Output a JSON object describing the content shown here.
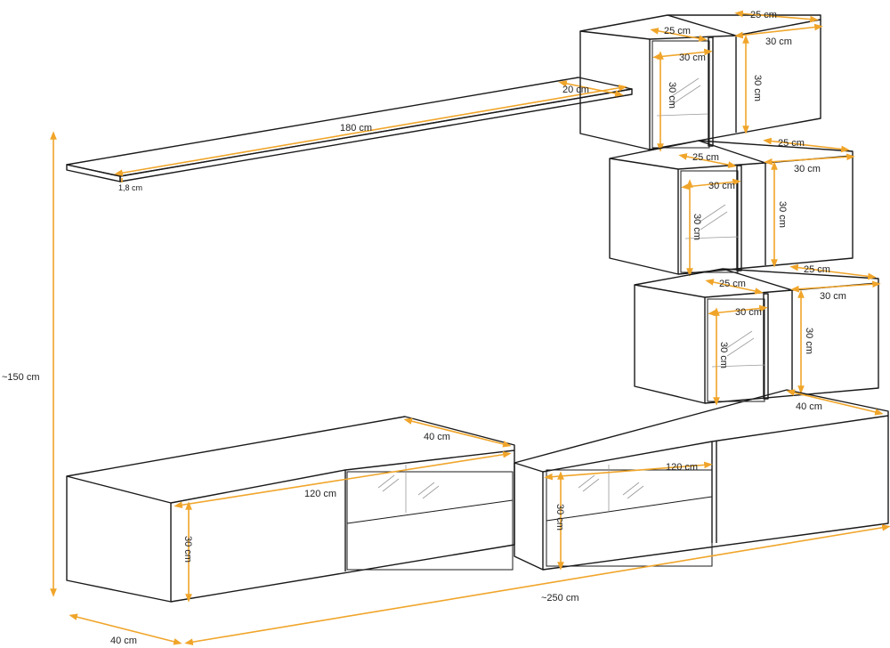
{
  "dimensions": {
    "shelf_length": "180 cm",
    "shelf_depth": "20 cm",
    "shelf_thickness": "1,8 cm",
    "total_height": "~150 cm",
    "total_width": "~250 cm",
    "base_depth": "40 cm",
    "box_depth": "25 cm",
    "box_width": "30 cm",
    "box_height": "30 cm",
    "glass_width": "30 cm",
    "glass_height": "30 cm",
    "long_depth": "40 cm",
    "long_width": "120 cm",
    "long_height": "30 cm",
    "short_depth": "40 cm",
    "short_width": "120 cm",
    "short_height": "30 cm"
  },
  "colors": {
    "dimension_line": "#f0a52a",
    "outline": "#1a1a1a",
    "glass": "#9a9a9a"
  }
}
